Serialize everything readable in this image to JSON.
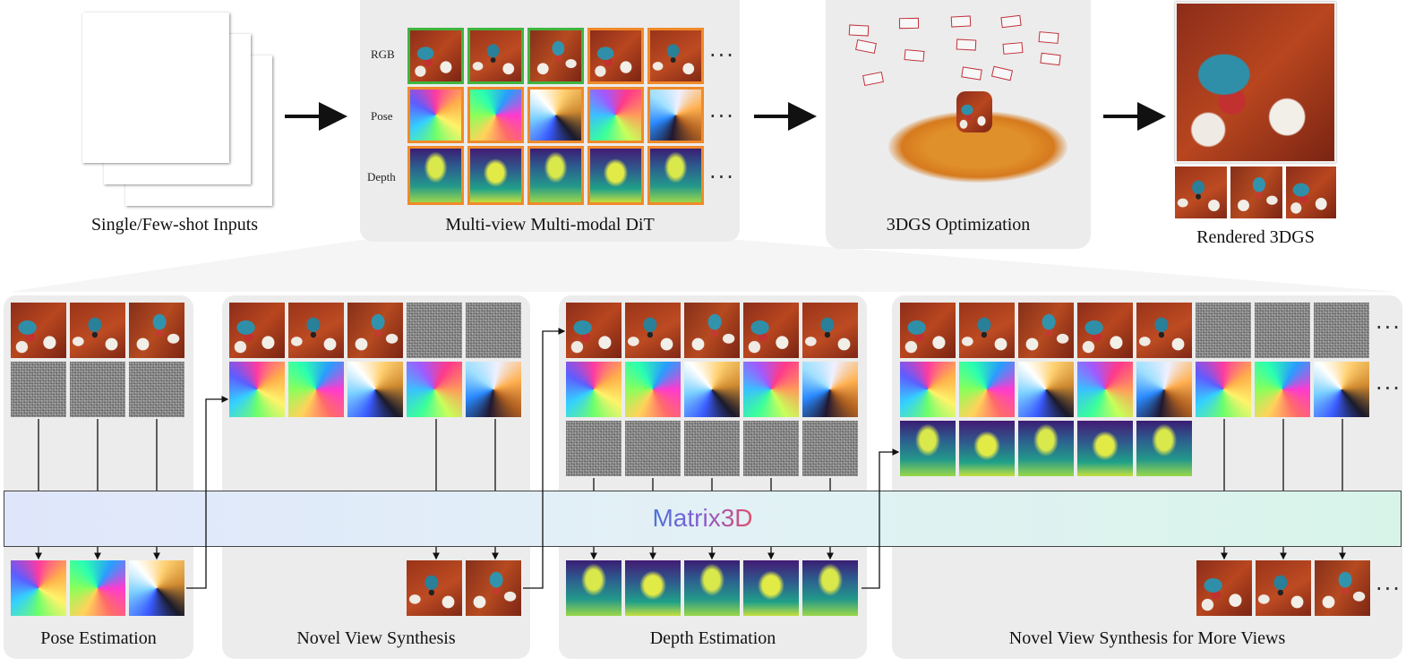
{
  "top_labels": {
    "inputs": "Single/Few-shot Inputs",
    "dit": "Multi-view Multi-modal DiT",
    "gs_opt": "3DGS Optimization",
    "rendered": "Rendered 3DGS"
  },
  "dit_rows": [
    "RGB",
    "Pose",
    "Depth"
  ],
  "ellipsis": "···",
  "bottom_labels": {
    "pose": "Pose Estimation",
    "nvs": "Novel View Synthesis",
    "depth": "Depth Estimation",
    "nvs_more": "Novel View Synthesis for More Views"
  },
  "matrix": {
    "name": "Matrix3D"
  },
  "colors": {
    "green_border": "#3fb53f",
    "orange_border": "#f08a2a",
    "panel": "#ececec"
  }
}
